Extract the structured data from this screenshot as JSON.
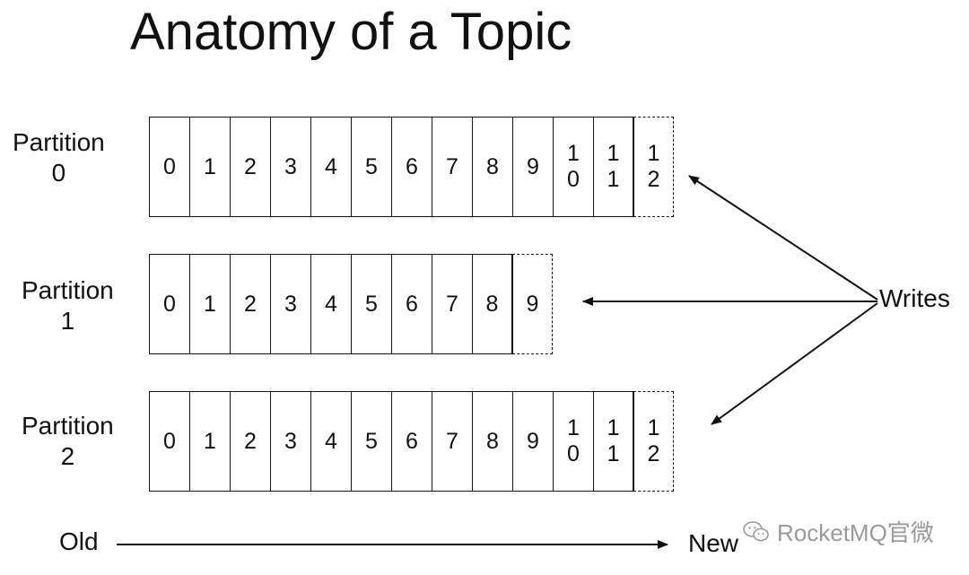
{
  "title": "Anatomy of a Topic",
  "partitions": [
    {
      "name": "Partition",
      "index": "0",
      "offsets": [
        "0",
        "1",
        "2",
        "3",
        "4",
        "5",
        "6",
        "7",
        "8",
        "9",
        "10",
        "11"
      ],
      "next_offset": "12"
    },
    {
      "name": "Partition",
      "index": "1",
      "offsets": [
        "0",
        "1",
        "2",
        "3",
        "4",
        "5",
        "6",
        "7",
        "8"
      ],
      "next_offset": "9"
    },
    {
      "name": "Partition",
      "index": "2",
      "offsets": [
        "0",
        "1",
        "2",
        "3",
        "4",
        "5",
        "6",
        "7",
        "8",
        "9",
        "10",
        "11"
      ],
      "next_offset": "12"
    }
  ],
  "writes_label": "Writes",
  "timeline": {
    "old_label": "Old",
    "new_label": "New"
  },
  "watermark": {
    "text": "RocketMQ官微",
    "icon": "wechat-icon"
  },
  "colors": {
    "ink": "#111111",
    "watermark": "#9a9a9a",
    "background": "#ffffff"
  }
}
